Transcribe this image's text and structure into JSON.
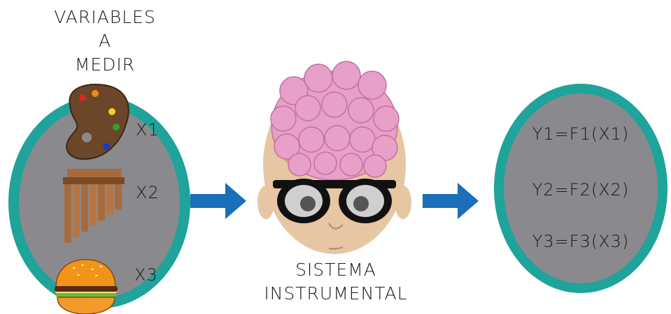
{
  "input": {
    "title_lines": [
      "VARIABLES",
      "A",
      "MEDIR"
    ],
    "variables": [
      {
        "label": "X1",
        "icon": "paint-palette-icon"
      },
      {
        "label": "X2",
        "icon": "pan-flute-icon"
      },
      {
        "label": "X3",
        "icon": "hamburger-icon"
      }
    ]
  },
  "system": {
    "label_lines": [
      "SISTEMA",
      "INSTRUMENTAL"
    ],
    "icon": "brain-head-with-glasses-icon"
  },
  "output": {
    "equations": [
      "Y1=F1(X1)",
      "Y2=F2(X2)",
      "Y3=F3(X3)"
    ]
  },
  "colors": {
    "oval_ring": "#1fa39a",
    "oval_fill": "#8a8a8e",
    "arrow": "#1b6fb8",
    "brain": "#e7a0c7",
    "skin": "#e6c6a3"
  }
}
